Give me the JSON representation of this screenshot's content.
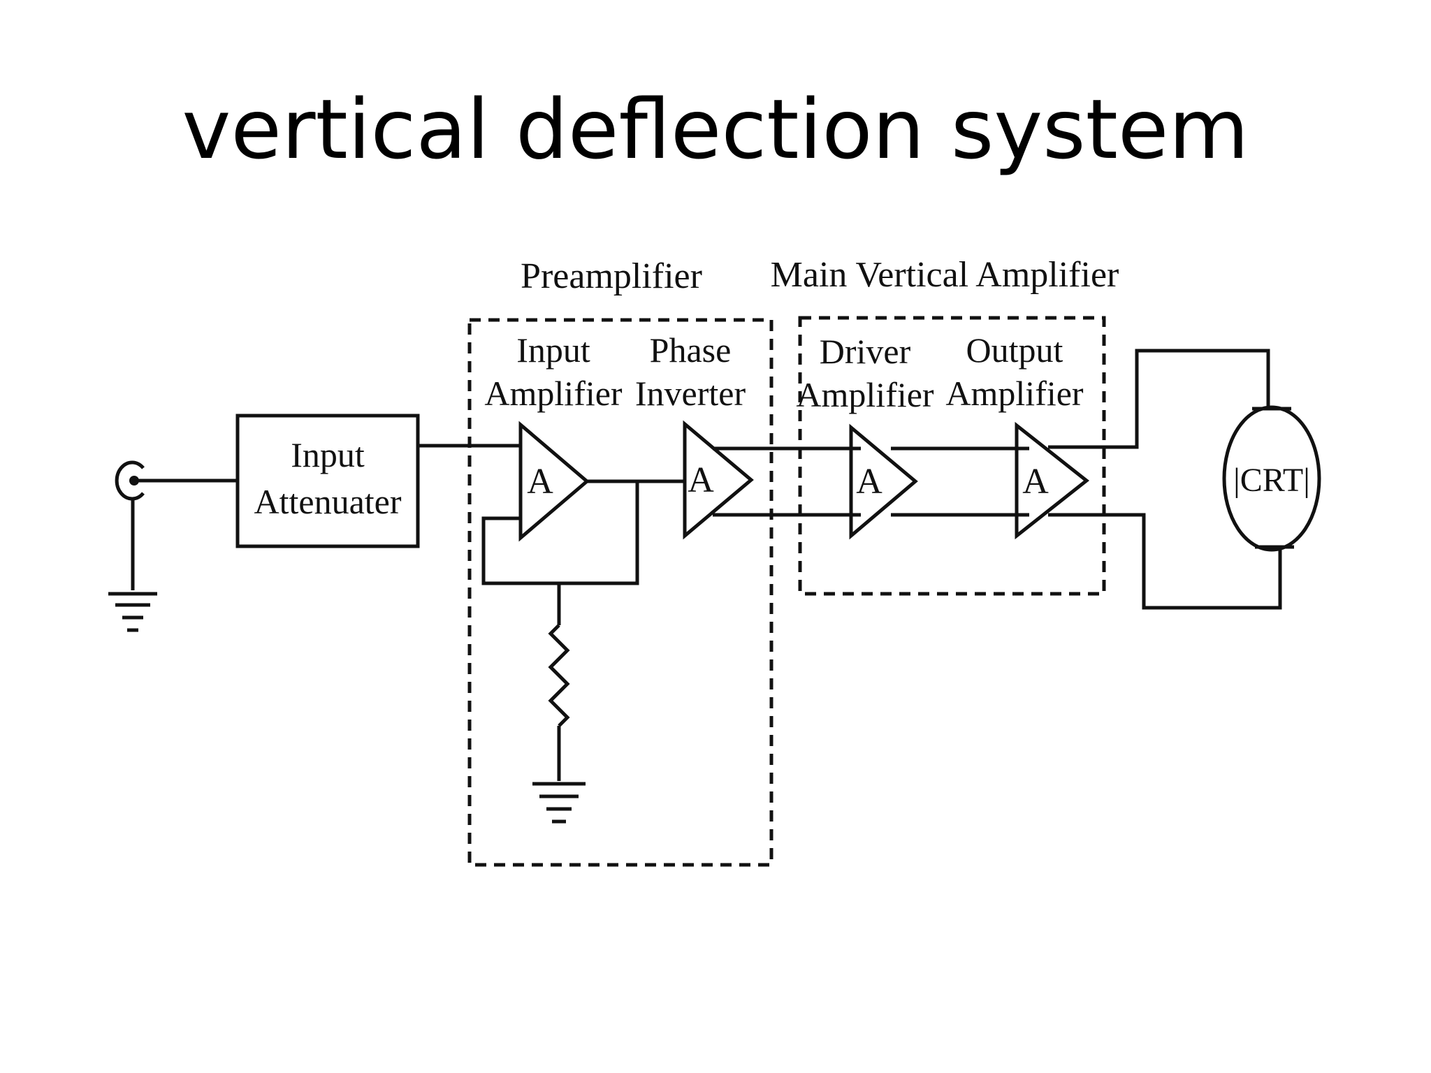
{
  "slide": {
    "title": "vertical deflection system"
  },
  "diagram": {
    "groups": {
      "preamplifier": "Preamplifier",
      "main_vertical_amplifier": "Main Vertical Amplifier"
    },
    "blocks": {
      "input_attenuater": [
        "Input",
        "Attenuater"
      ],
      "input_amplifier": [
        "Input",
        "Amplifier"
      ],
      "phase_inverter": [
        "Phase",
        "Inverter"
      ],
      "driver_amplifier": [
        "Driver",
        "Amplifier"
      ],
      "output_amplifier": [
        "Output",
        "Amplifier"
      ]
    },
    "amplifier_symbol": "A",
    "crt": "|CRT|"
  }
}
